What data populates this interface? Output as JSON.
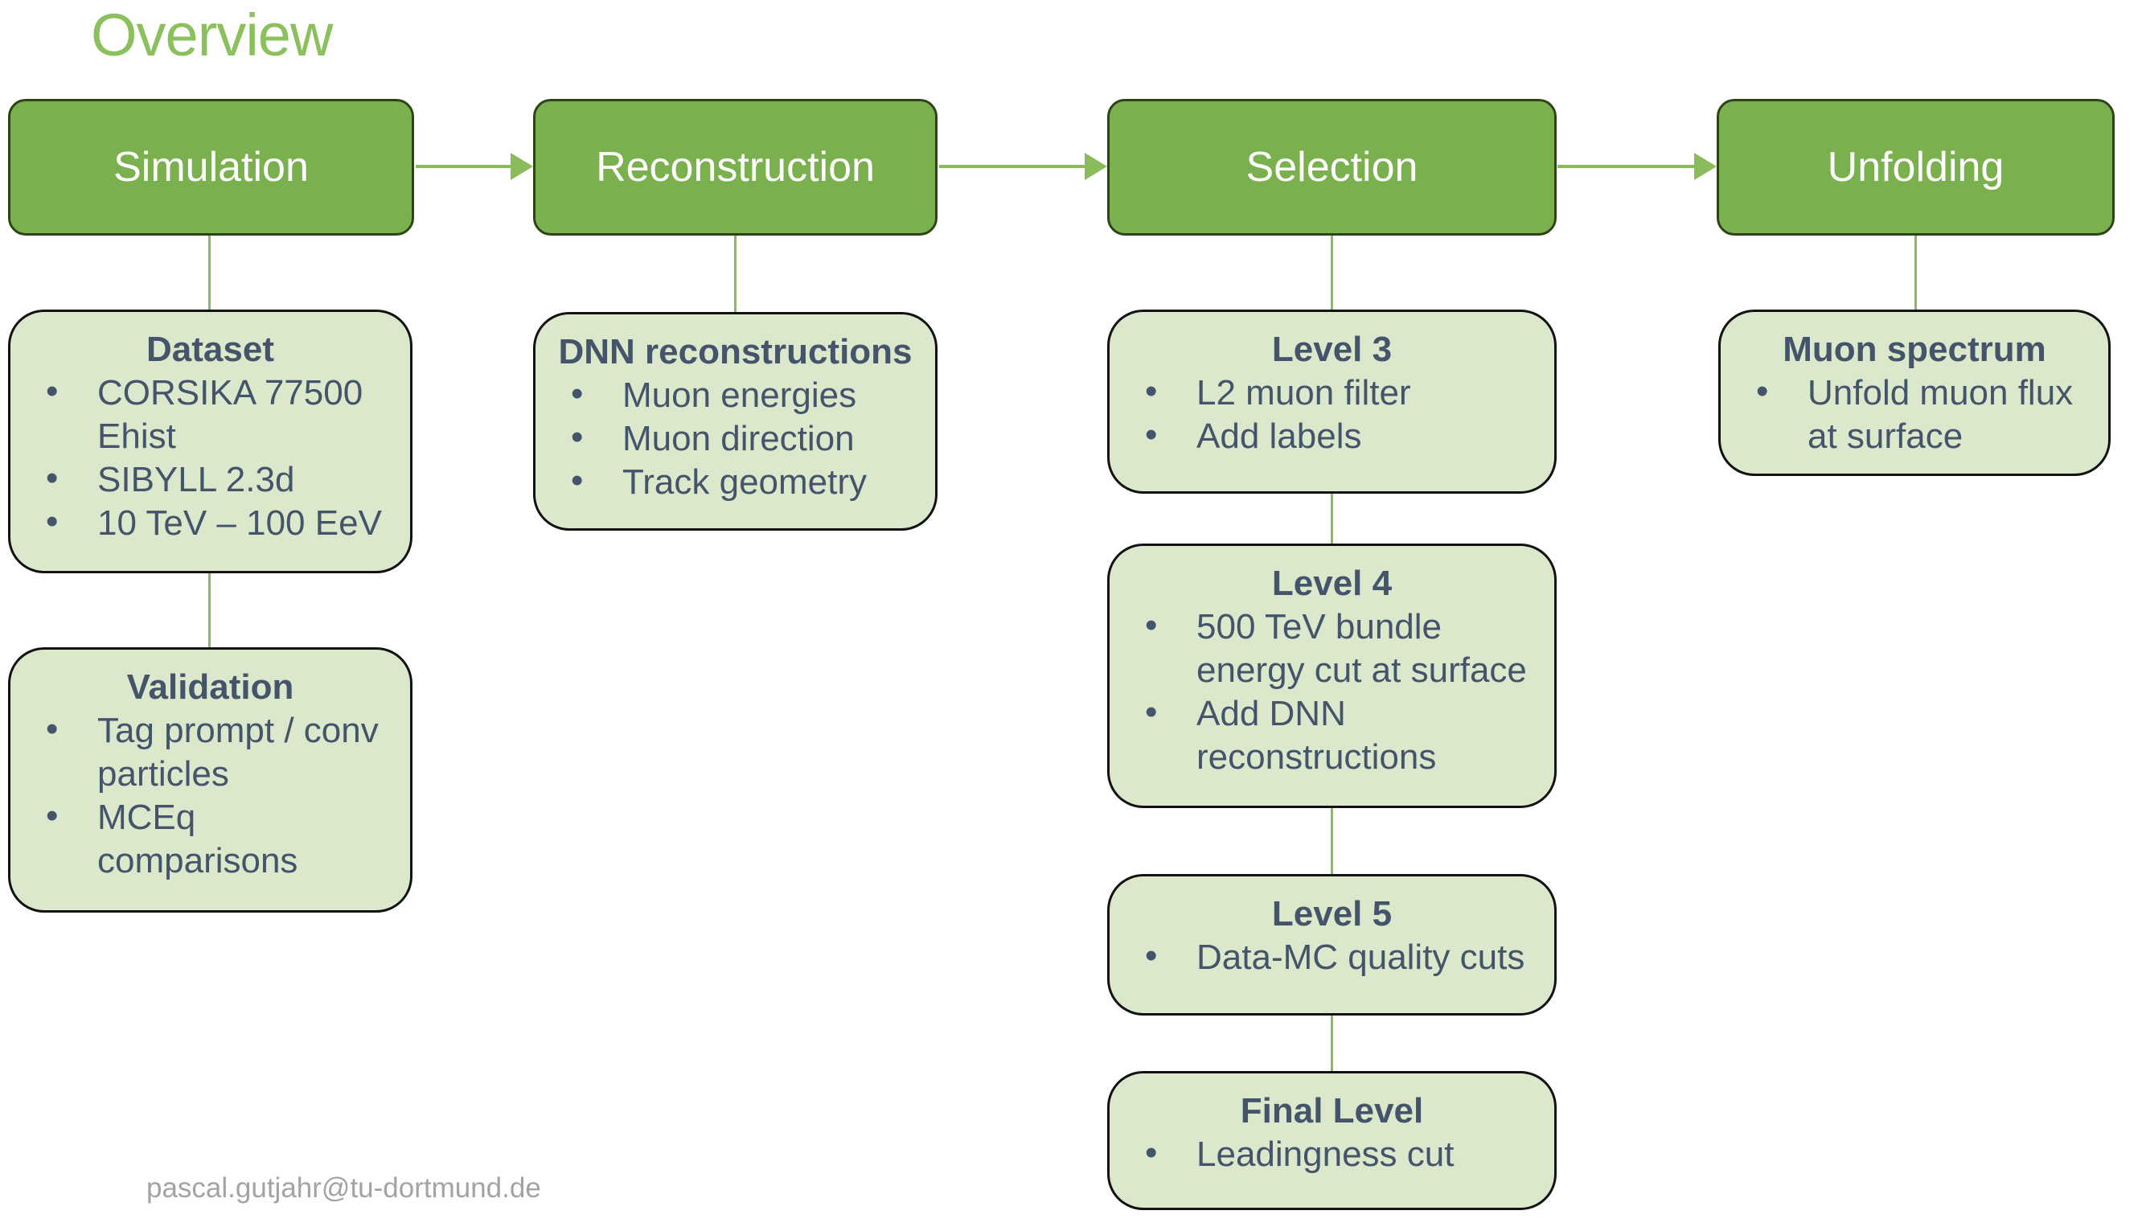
{
  "title": "Overview",
  "footer": {
    "email": "pascal.gutjahr@tu-dortmund.de"
  },
  "colors": {
    "title_green": "#8CC05C",
    "header_fill": "#7BB04F",
    "header_border": "#2F4318",
    "header_text": "#FFFFFF",
    "box_fill": "#DCE8CB",
    "box_border": "#121212",
    "box_text": "#44546A",
    "connector_green": "#8BBC5C",
    "footer_gray": "#A3A3A3"
  },
  "flow": {
    "headers": [
      {
        "id": "simulation",
        "label": "Simulation"
      },
      {
        "id": "reconstruction",
        "label": "Reconstruction"
      },
      {
        "id": "selection",
        "label": "Selection"
      },
      {
        "id": "unfolding",
        "label": "Unfolding"
      }
    ],
    "boxes": [
      {
        "id": "dataset",
        "title": "Dataset",
        "bullets": [
          "CORSIKA 77500 Ehist",
          "SIBYLL 2.3d",
          "10 TeV – 100 EeV"
        ]
      },
      {
        "id": "validation",
        "title": "Validation",
        "bullets": [
          "Tag prompt / conv particles",
          "MCEq comparisons"
        ]
      },
      {
        "id": "dnn-reconstructions",
        "title": "DNN reconstructions",
        "bullets": [
          "Muon energies",
          "Muon direction",
          "Track geometry"
        ]
      },
      {
        "id": "level-3",
        "title": "Level 3",
        "bullets": [
          "L2 muon filter",
          "Add labels"
        ]
      },
      {
        "id": "level-4",
        "title": "Level 4",
        "bullets": [
          "500 TeV bundle energy cut at surface",
          "Add DNN reconstructions"
        ]
      },
      {
        "id": "level-5",
        "title": "Level 5",
        "bullets": [
          "Data-MC quality cuts"
        ]
      },
      {
        "id": "final-level",
        "title": "Final Level",
        "bullets": [
          "Leadingness cut"
        ]
      },
      {
        "id": "muon-spectrum",
        "title": "Muon spectrum",
        "bullets": [
          "Unfold muon flux at surface"
        ]
      }
    ]
  }
}
